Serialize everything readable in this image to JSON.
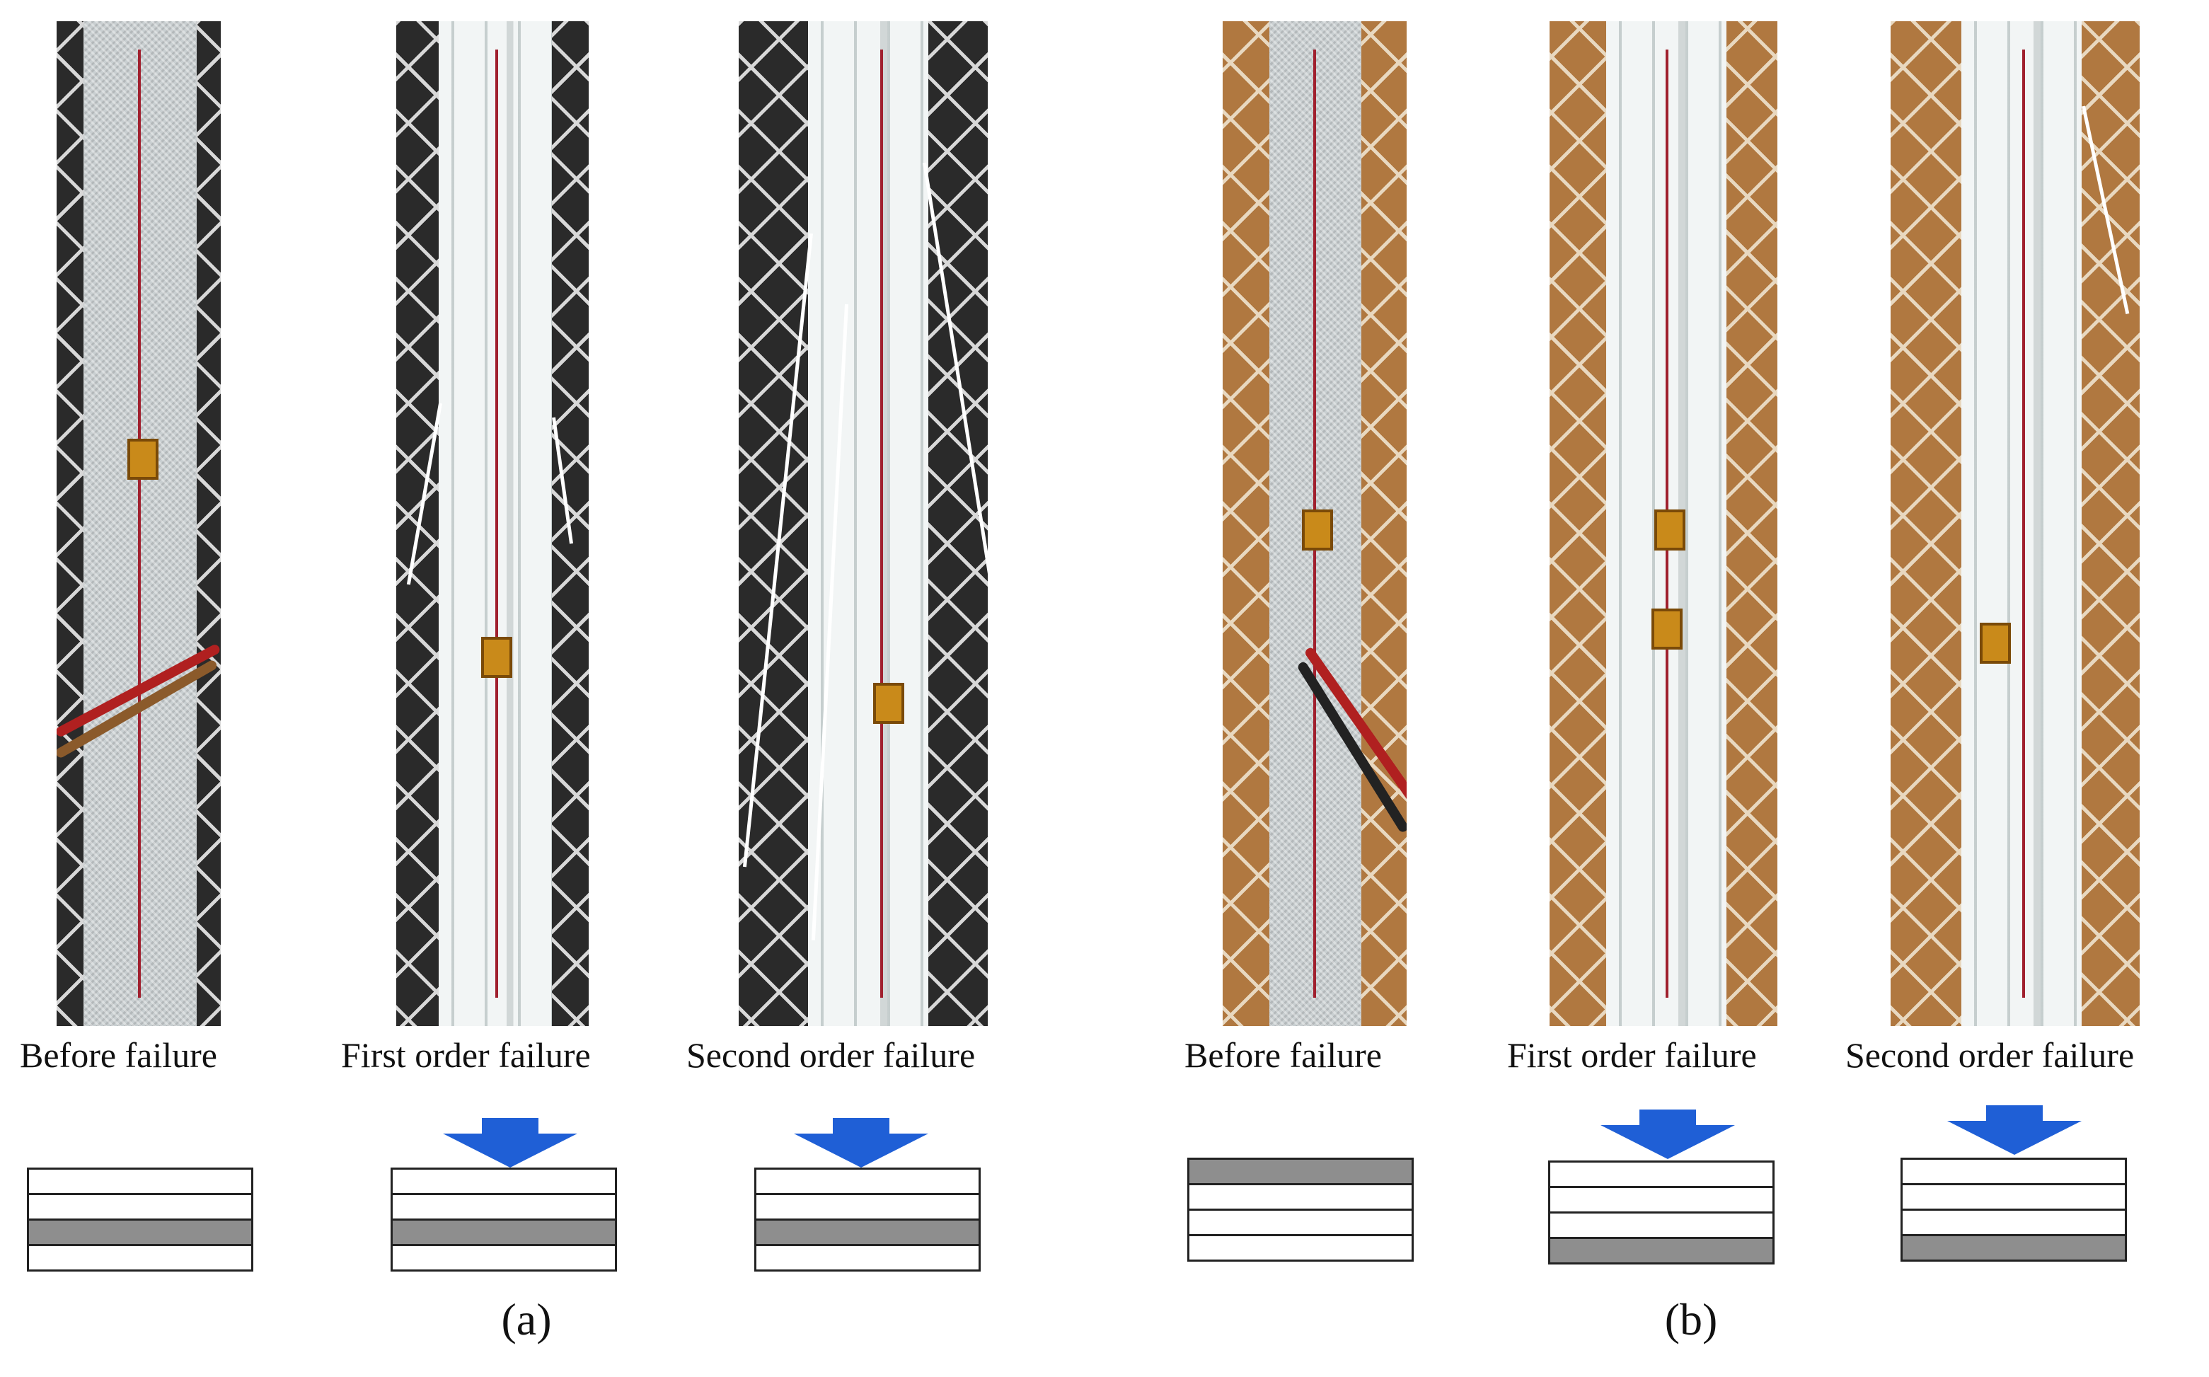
{
  "panels": [
    {
      "label": "(a)",
      "specimens": [
        {
          "caption": "Before failure",
          "state": "before",
          "layers": [
            "intact",
            "intact",
            "damaged",
            "intact"
          ]
        },
        {
          "caption": "First order failure",
          "state": "first",
          "layers": [
            "intact",
            "intact",
            "damaged",
            "intact"
          ]
        },
        {
          "caption": "Second order failure",
          "state": "second",
          "layers": [
            "intact",
            "intact",
            "damaged",
            "intact"
          ]
        }
      ]
    },
    {
      "label": "(b)",
      "specimens": [
        {
          "caption": "Before failure",
          "state": "before",
          "layers": [
            "damaged",
            "intact",
            "intact",
            "intact"
          ]
        },
        {
          "caption": "First order failure",
          "state": "first",
          "layers": [
            "intact",
            "intact",
            "intact",
            "damaged"
          ]
        },
        {
          "caption": "Second order failure",
          "state": "second",
          "layers": [
            "intact",
            "intact",
            "intact",
            "damaged"
          ]
        }
      ]
    }
  ],
  "colors": {
    "arrow": "#1f5fd6",
    "damaged_layer": "#8e8e8e",
    "intact_layer": "#ffffff",
    "marker_line": "#a0202e",
    "strain_gauge": "#c98a1a"
  }
}
